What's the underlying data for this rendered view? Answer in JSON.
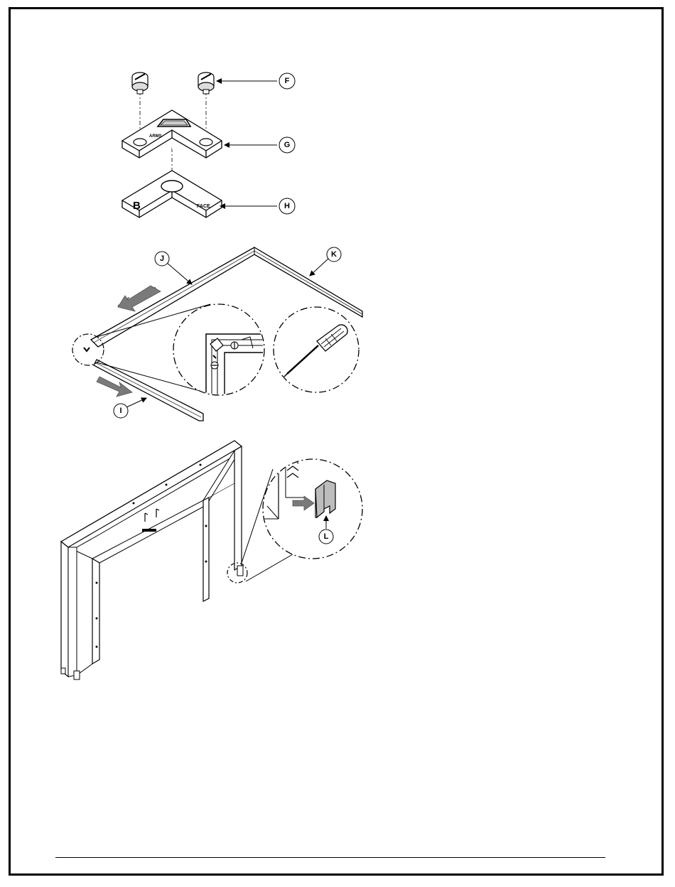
{
  "callouts": {
    "F": "F",
    "G": "G",
    "H": "H",
    "J": "J",
    "K": "K",
    "I": "I",
    "L": "L"
  },
  "part_labels": {
    "arms": "ARMS",
    "face": "FACE",
    "b": "B"
  },
  "colors": {
    "line": "#000000",
    "arrow_fill": "#7a7a7a",
    "bracket_fill": "#bdbdbd",
    "background": "#ffffff"
  }
}
